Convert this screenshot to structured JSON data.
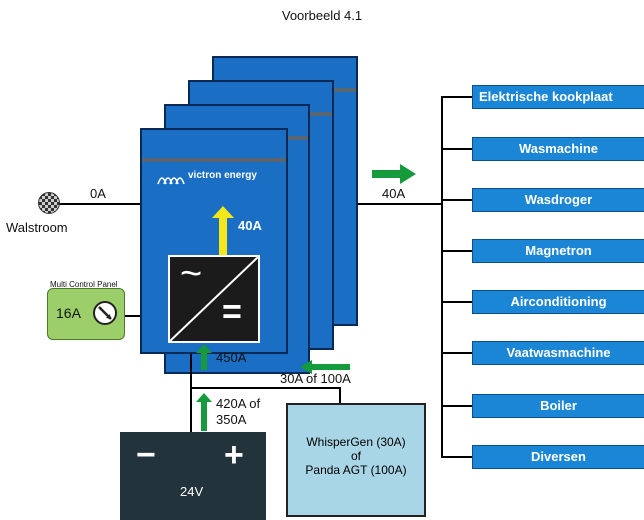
{
  "title": "Voorbeeld 4.1",
  "brand": "victron energy",
  "shore": {
    "label": "Walstroom",
    "current": "0A"
  },
  "output_current": "40A",
  "inverter_current": "40A",
  "control_panel": {
    "title": "Multi Control Panel",
    "value": "16A"
  },
  "converter": {
    "ac_symbol": "~",
    "dc_symbol": "="
  },
  "dc_currents": {
    "to_inverter": "450A",
    "from_generator": "30A of 100A",
    "battery_line1": "420A of",
    "battery_line2": "350A"
  },
  "battery": {
    "minus": "−",
    "plus": "+",
    "voltage": "24V"
  },
  "generator": {
    "line1": "WhisperGen (30A)",
    "line2": "of",
    "line3": "Panda AGT (100A)"
  },
  "loads": [
    "Elektrische kookplaat",
    "Wasmachine",
    "Wasdroger",
    "Magnetron",
    "Airconditioning",
    "Vaatwasmachine",
    "Boiler",
    "Diversen"
  ],
  "colors": {
    "inverter_blue": "#1a6fc4",
    "load_blue": "#1c86d6",
    "arrow_green": "#159a3c",
    "arrow_yellow": "#f6e71a",
    "panel_green": "#9ccf6a",
    "battery": "#23333c",
    "generator": "#a9d6e6"
  }
}
